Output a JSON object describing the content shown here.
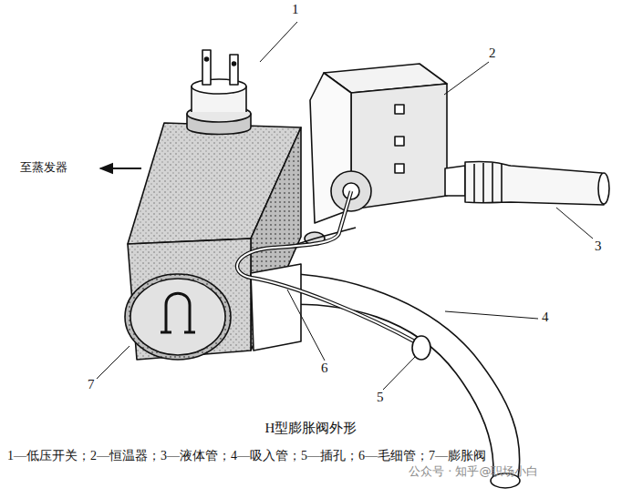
{
  "diagram": {
    "caption": "H型膨胀阀外形",
    "labels": [
      "1",
      "2",
      "3",
      "4",
      "5",
      "6",
      "7",
      "至蒸发器",
      "1—低压开关；2—恒温器；3—液体管；4—吸入管；5—插孔；6—毛细管；7—膨胀阀",
      "公众号 · 知乎@职场小白"
    ]
  }
}
